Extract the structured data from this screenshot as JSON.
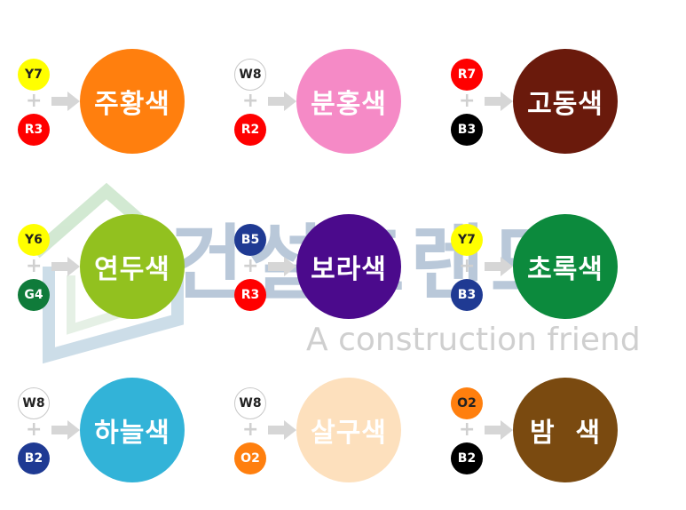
{
  "watermark": {
    "korean": "건설프렌드",
    "english": "A construction friend"
  },
  "combos": [
    {
      "top": {
        "code": "Y7",
        "color": "#ffff00",
        "text_color": "#222222"
      },
      "bottom": {
        "code": "R3",
        "color": "#ff0000",
        "text_color": "#ffffff"
      },
      "result": {
        "name": "주황색",
        "color": "#ff7f0e"
      }
    },
    {
      "top": {
        "code": "W8",
        "color": "#ffffff",
        "text_color": "#222222"
      },
      "bottom": {
        "code": "R2",
        "color": "#ff0000",
        "text_color": "#ffffff"
      },
      "result": {
        "name": "분홍색",
        "color": "#f58ac6"
      }
    },
    {
      "top": {
        "code": "R7",
        "color": "#ff0000",
        "text_color": "#ffffff"
      },
      "bottom": {
        "code": "B3",
        "color": "#000000",
        "text_color": "#ffffff"
      },
      "result": {
        "name": "고동색",
        "color": "#6a1a0c"
      }
    },
    {
      "top": {
        "code": "Y6",
        "color": "#ffff00",
        "text_color": "#222222"
      },
      "bottom": {
        "code": "G4",
        "color": "#0f7b3a",
        "text_color": "#ffffff"
      },
      "result": {
        "name": "연두색",
        "color": "#92c11f"
      }
    },
    {
      "top": {
        "code": "B5",
        "color": "#1f3a93",
        "text_color": "#ffffff"
      },
      "bottom": {
        "code": "R3",
        "color": "#ff0000",
        "text_color": "#ffffff"
      },
      "result": {
        "name": "보라색",
        "color": "#4b0a8c"
      }
    },
    {
      "top": {
        "code": "Y7",
        "color": "#ffff00",
        "text_color": "#222222"
      },
      "bottom": {
        "code": "B3",
        "color": "#1f3a93",
        "text_color": "#ffffff"
      },
      "result": {
        "name": "초록색",
        "color": "#0c8a3d"
      }
    },
    {
      "top": {
        "code": "W8",
        "color": "#ffffff",
        "text_color": "#222222"
      },
      "bottom": {
        "code": "B2",
        "color": "#1f3a93",
        "text_color": "#ffffff"
      },
      "result": {
        "name": "하늘색",
        "color": "#32b3d8"
      }
    },
    {
      "top": {
        "code": "W8",
        "color": "#ffffff",
        "text_color": "#222222"
      },
      "bottom": {
        "code": "O2",
        "color": "#ff7f0e",
        "text_color": "#ffffff"
      },
      "result": {
        "name": "살구색",
        "color": "#fde0bd"
      }
    },
    {
      "top": {
        "code": "O2",
        "color": "#ff7f0e",
        "text_color": "#222222"
      },
      "bottom": {
        "code": "B2",
        "color": "#000000",
        "text_color": "#ffffff"
      },
      "result": {
        "name": "밤  색",
        "color": "#7a4a10"
      }
    }
  ]
}
